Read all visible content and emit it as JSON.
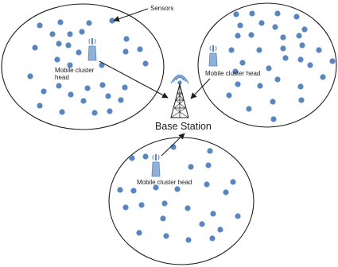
{
  "diagram": {
    "labels": {
      "sensors": "Sensors",
      "mobile_cluster_head": "Mobile cluster head",
      "mobile_cluster_head_line1": "Mobile cluster",
      "mobile_cluster_head_line2": "head",
      "base_station": "Base Station"
    },
    "colors": {
      "sensor_node": "#5a86c0",
      "outline": "#1e1e1e",
      "background": "#ffffff"
    },
    "icons": [
      "tower-icon",
      "antenna-icon"
    ]
  }
}
